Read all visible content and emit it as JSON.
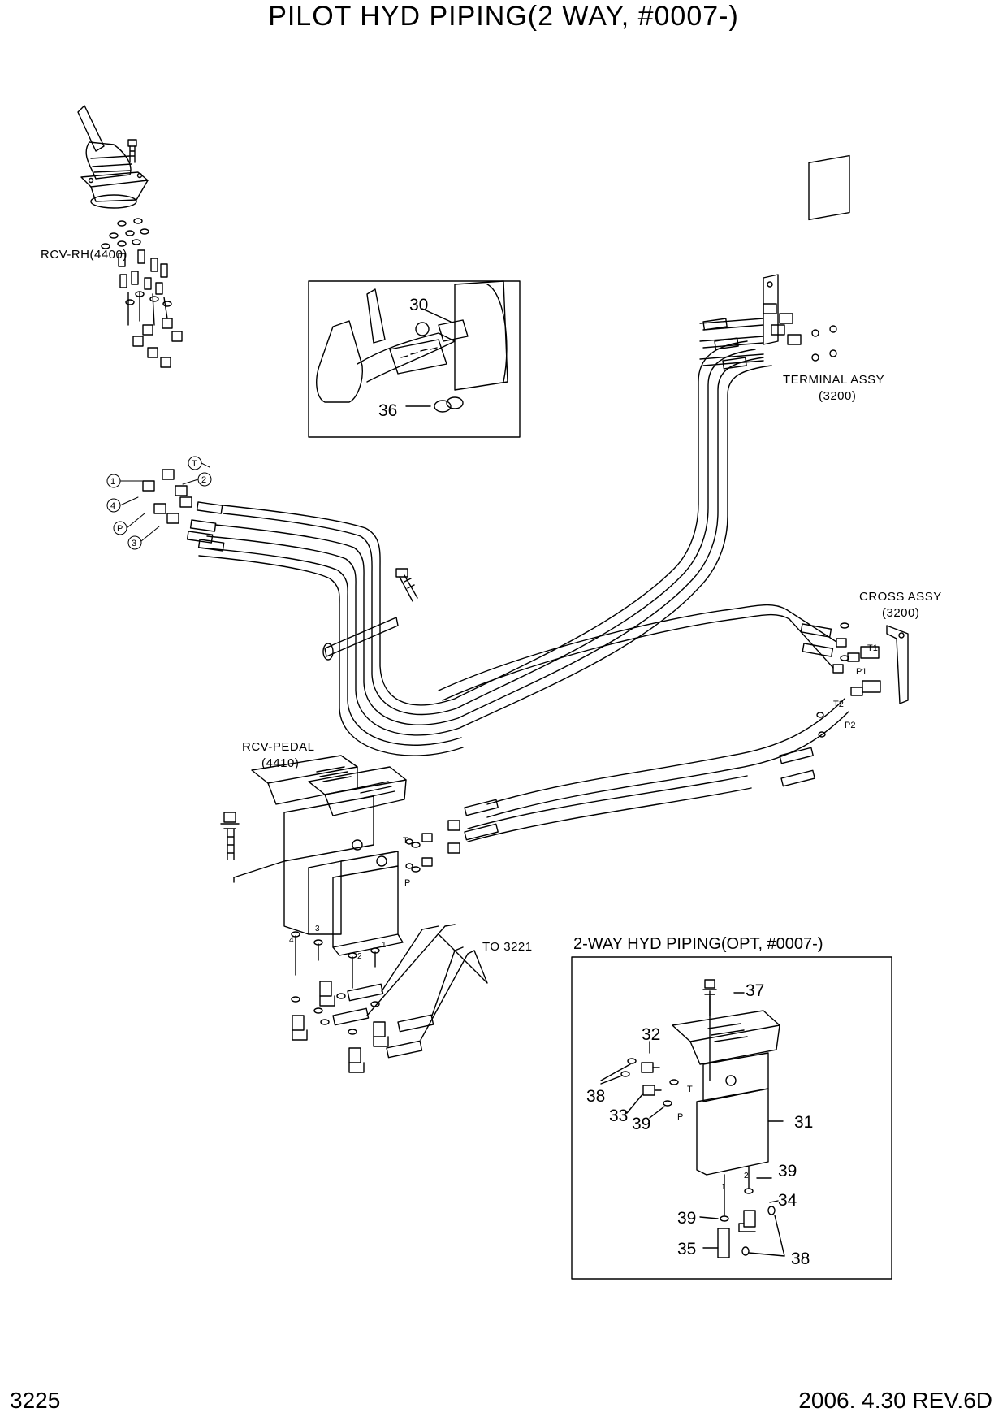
{
  "title": "PILOT HYD PIPING(2 WAY, #0007-)",
  "footer": {
    "page_number": "3225",
    "revision": "2006. 4.30 REV.6D"
  },
  "refs": {
    "rcv_rh": "RCV-RH(4400)",
    "terminal_assy": "TERMINAL ASSY",
    "terminal_code": "(3200)",
    "cross_assy": "CROSS ASSY",
    "cross_code": "(3200)",
    "rcv_pedal": "RCV-PEDAL",
    "rcv_pedal_code": "(4410)",
    "to_3221": "TO 3221"
  },
  "port_labels": {
    "t1": "T1",
    "p1": "P1",
    "t2": "T2",
    "p2": "P2",
    "pedal_t": "T",
    "pedal_p": "P",
    "pedal_4": "4",
    "pedal_3": "3",
    "pedal_2": "2",
    "pedal_1": "1"
  },
  "circled_ports": {
    "c1": "1",
    "c2": "2",
    "c3": "3",
    "c4": "4",
    "cT": "T",
    "cP": "P"
  },
  "inset_cab": {
    "part_30": "30",
    "part_36": "36"
  },
  "option_box": {
    "title": "2-WAY HYD PIPING(OPT, #0007-)",
    "parts": {
      "p37": "37",
      "p32": "32",
      "p38a": "38",
      "p33": "33",
      "p39a": "39",
      "p31": "31",
      "p39b": "39",
      "p34": "34",
      "p39c": "39",
      "p35": "35",
      "p38b": "38"
    },
    "ports": {
      "t": "T",
      "p": "P",
      "n2": "2",
      "n1": "1"
    }
  }
}
